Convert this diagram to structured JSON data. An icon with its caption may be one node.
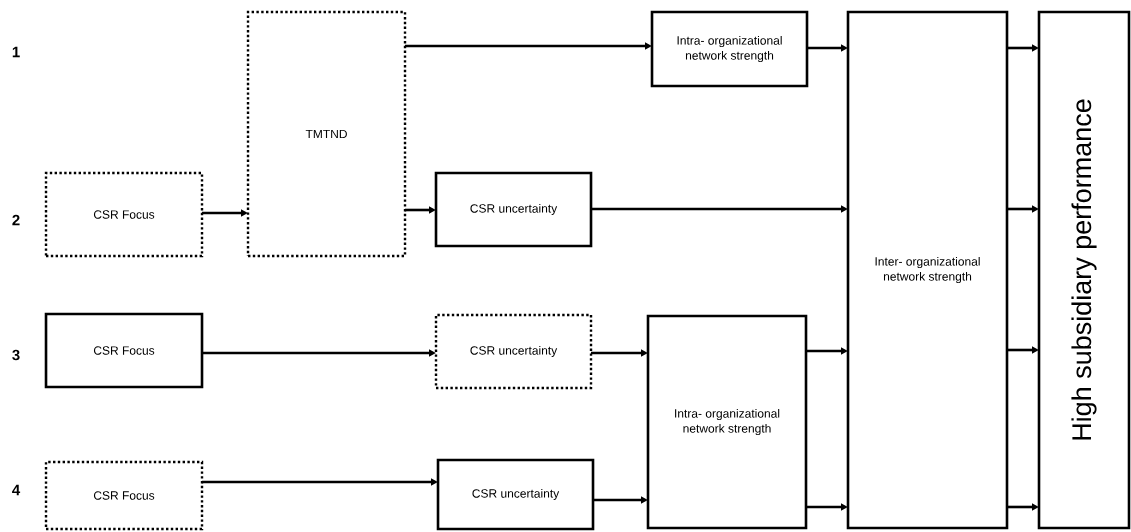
{
  "diagram": {
    "nodes": [
      {
        "text": [
          "TMTND"
        ]
      },
      {
        "text": [
          "Intra- organizational network strength"
        ]
      },
      {
        "text": [
          "Inter- organizational network strength"
        ]
      },
      {
        "text": [
          "High subsidiary performance"
        ]
      },
      {
        "text": [
          "CSR Focus"
        ]
      },
      {
        "text": [
          "CSR uncertainty"
        ]
      },
      {
        "text": [
          "CSR Focus"
        ]
      },
      {
        "text": [
          "CSR uncertainty"
        ]
      },
      {
        "text": [
          "Intra- organizational network strength"
        ]
      },
      {
        "text": [
          "CSR Focus"
        ]
      },
      {
        "text": [
          "CSR uncertainty"
        ]
      }
    ],
    "edges": [
      {
        "from": 0,
        "to": 1,
        "arrow": "to"
      },
      {
        "from": 1,
        "to": 2,
        "arrow": "to"
      },
      {
        "from": 2,
        "to": 3,
        "arrow": "to"
      },
      {
        "from": 4,
        "to": 0,
        "arrow": "to"
      },
      {
        "from": 0,
        "to": 5,
        "arrow": "to"
      },
      {
        "from": 5,
        "to": 2,
        "arrow": "to"
      },
      {
        "from": 2,
        "to": 3,
        "arrow": "to"
      },
      {
        "from": 6,
        "to": 7,
        "arrow": "to"
      },
      {
        "from": 7,
        "to": 8,
        "arrow": "to"
      },
      {
        "from": 8,
        "to": 2,
        "arrow": "to"
      },
      {
        "from": 2,
        "to": 3,
        "arrow": "to"
      },
      {
        "from": 9,
        "to": 10,
        "arrow": "to"
      },
      {
        "from": 10,
        "to": 8,
        "arrow": "to"
      },
      {
        "from": 8,
        "to": 2,
        "arrow": "to"
      },
      {
        "from": 2,
        "to": 3,
        "arrow": "to"
      }
    ],
    "labels": [
      "1",
      "2",
      "3",
      "4"
    ]
  }
}
